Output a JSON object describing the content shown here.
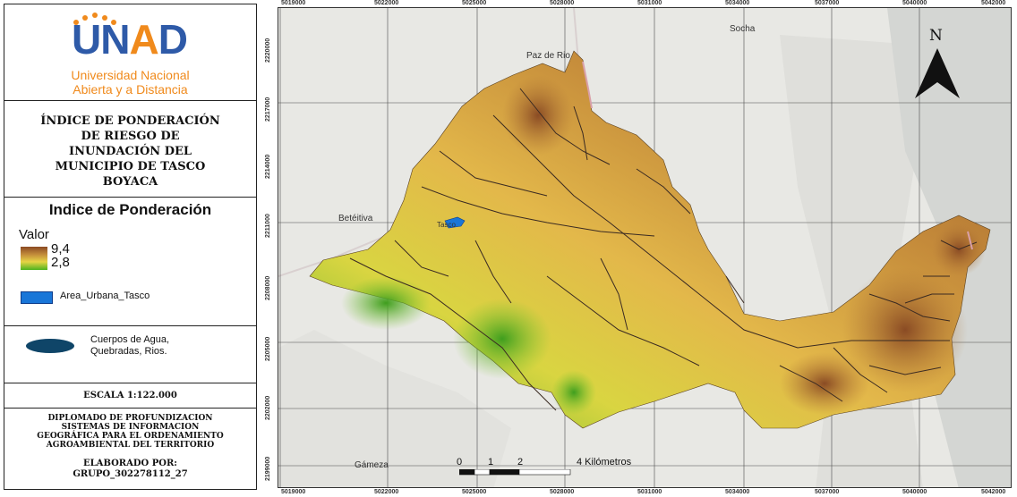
{
  "logo": {
    "letters": [
      "U",
      "N",
      "A",
      "D"
    ],
    "line1": "Universidad Nacional",
    "line2": "Abierta y a Distancia",
    "colors": {
      "blue": "#2e5aa8",
      "orange": "#f08a1c"
    }
  },
  "map_title": "ÍNDICE DE PONDERACIÓN\nDE RIESGO DE\nINUNDACIÓN DEL\nMUNICIPIO DE TASCO\nBOYACA",
  "legend": {
    "title": "Indice de Ponderación",
    "value_label": "Valor",
    "max": "9,4",
    "min": "2,8",
    "gradient_colors": [
      "#8b4a23",
      "#c58f3b",
      "#e6d445",
      "#4db31f"
    ],
    "urban_label": "Area_Urbana_Tasco",
    "urban_color": "#1976d8",
    "water_label": "Cuerpos de Agua,\nQuebradas, Rios.",
    "water_color": "#0f4568"
  },
  "scale": "ESCALA 1:122.000",
  "credits": "DIPLOMADO DE PROFUNDIZACION\nSISTEMAS DE INFORMACION\nGEOGRÁFICA PARA EL ORDENAMIENTO\nAGROAMBIENTAL DEL TERRITORIO",
  "elaborado_label": "ELABORADO POR:",
  "elaborado_group": "GRUPO_302278112_27",
  "map": {
    "x_ticks": [
      "5019000",
      "5022000",
      "5025000",
      "5028000",
      "5031000",
      "5034000",
      "5037000",
      "5040000",
      "5042000"
    ],
    "y_ticks": [
      "2220000",
      "2217000",
      "2214000",
      "2211000",
      "2208000",
      "2205000",
      "2202000",
      "2199000"
    ],
    "places": {
      "socha": "Socha",
      "paz_de_rio": "Paz de Rio",
      "beteitiva": "Betéitiva",
      "tasco": "Tasco",
      "gameza": "Gámeza"
    },
    "north": "N",
    "scalebar_numbers": [
      "0",
      "1",
      "2"
    ],
    "scalebar_unit": "4 Kilómetros"
  }
}
